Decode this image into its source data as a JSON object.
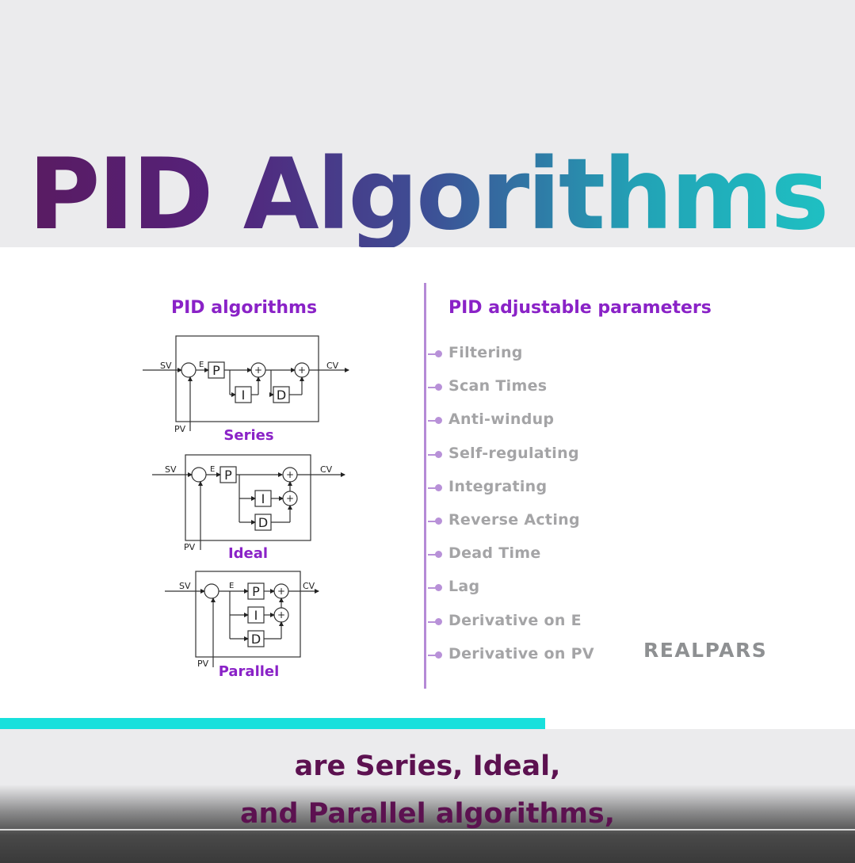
{
  "title": {
    "words": [
      "PID",
      "Algorithms"
    ],
    "gradient": [
      "#5a1a5e",
      "#55227a",
      "#3d4f95",
      "#22a3b6",
      "#1ec4c4"
    ]
  },
  "left_section": {
    "heading": "PID algorithms",
    "diagrams": [
      {
        "name": "Series",
        "labels": {
          "sv": "SV",
          "cv": "CV",
          "pv": "PV",
          "e": "E",
          "p": "P",
          "i": "I",
          "d": "D",
          "sum_sign": "+"
        }
      },
      {
        "name": "Ideal",
        "labels": {
          "sv": "SV",
          "cv": "CV",
          "pv": "PV",
          "e": "E",
          "p": "P",
          "i": "I",
          "d": "D",
          "sum_sign": "+"
        }
      },
      {
        "name": "Parallel",
        "labels": {
          "sv": "SV",
          "cv": "CV",
          "pv": "PV",
          "e": "E",
          "p": "P",
          "i": "I",
          "d": "D",
          "sum_sign": "+"
        }
      }
    ]
  },
  "right_section": {
    "heading": "PID adjustable parameters",
    "items": [
      "Filtering",
      "Scan Times",
      "Anti-windup",
      "Self-regulating",
      "Integrating",
      "Reverse Acting",
      "Dead Time",
      "Lag",
      "Derivative on E",
      "Derivative on PV"
    ]
  },
  "brand": "REALPARS",
  "progress": {
    "fraction": 0.638
  },
  "caption": [
    "are Series, Ideal,",
    "and Parallel algorithms,"
  ],
  "colors": {
    "accent_purple": "#8a22c7",
    "param_text": "#a4a4a6",
    "caption_text": "#5c1150",
    "progress": "#18e0dc"
  }
}
